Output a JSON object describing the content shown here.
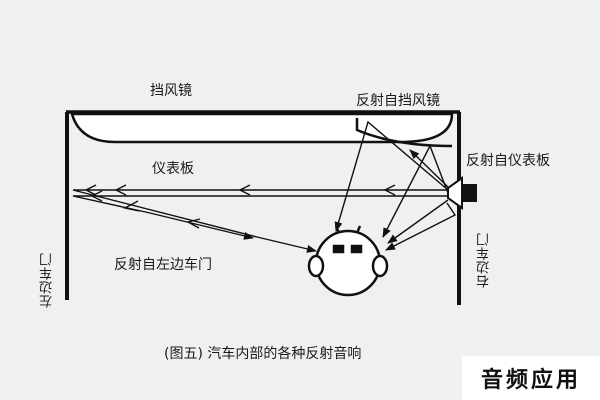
{
  "labels": {
    "windshield": "挡风镜",
    "reflect_windshield": "反射自挡风镜",
    "dashboard": "仪表板",
    "reflect_dashboard": "反射自仪表板",
    "left_door": "左边车门",
    "right_door": "右边车门",
    "reflect_left_door": "反射自左边车门"
  },
  "caption": "(图五) 汽车内部的各种反射音响",
  "watermark": "音频应用",
  "icons": {
    "speaker": "speaker-icon",
    "listener": "listener-head-icon"
  }
}
